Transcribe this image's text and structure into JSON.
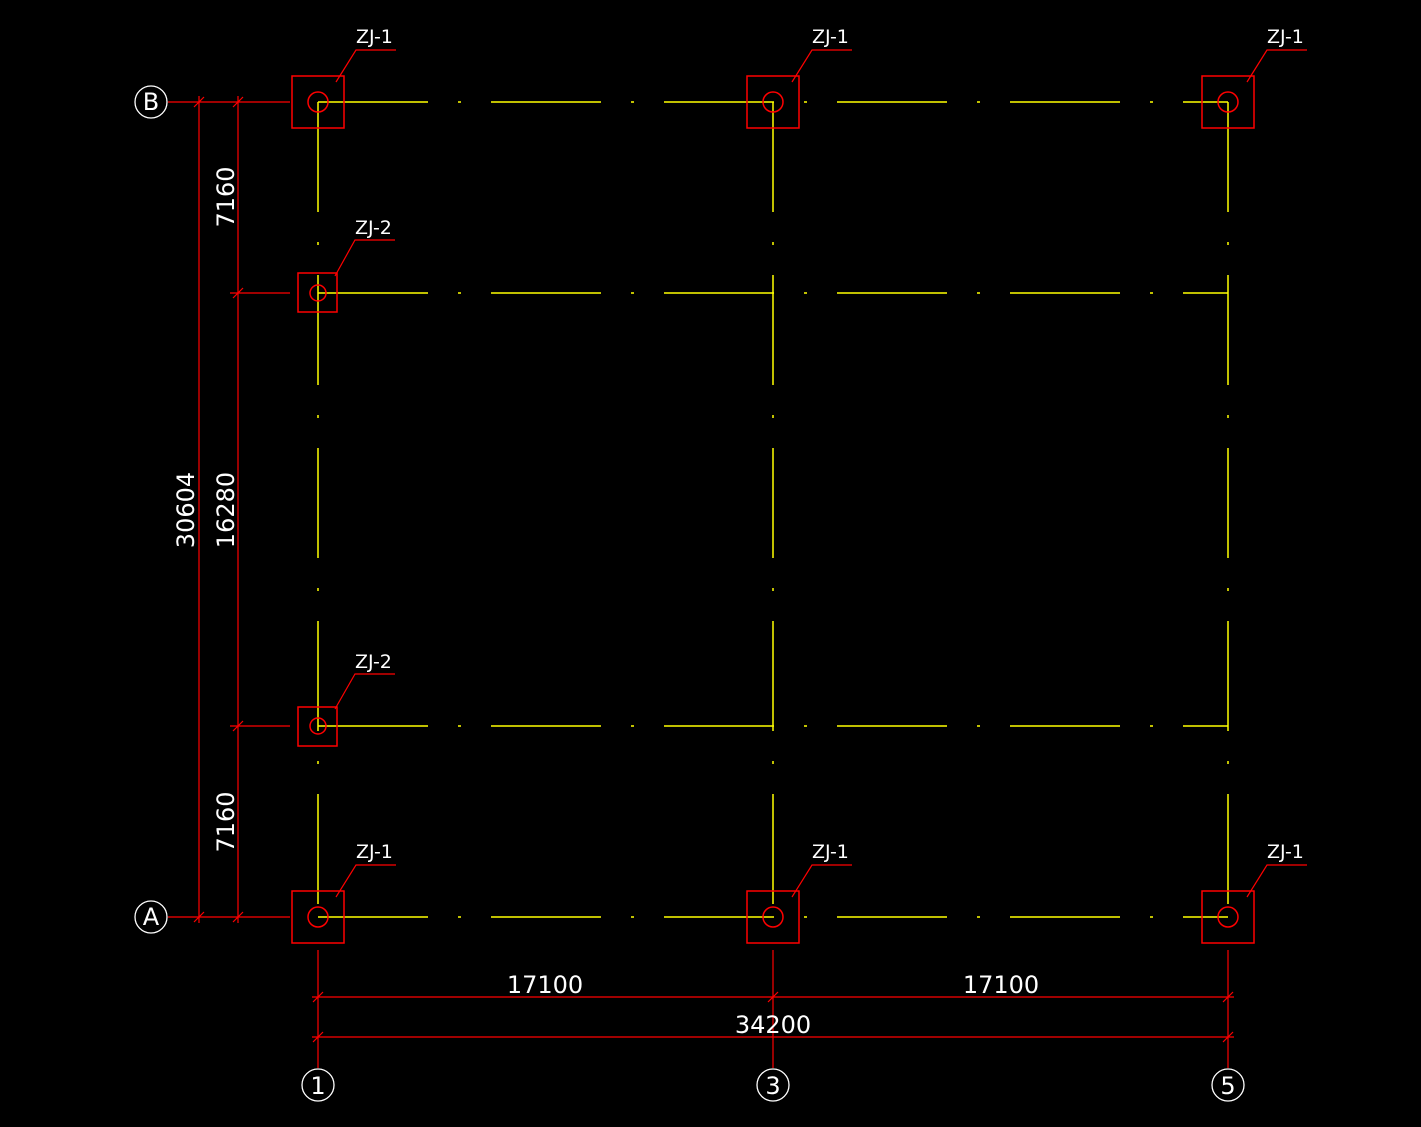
{
  "drawing": {
    "colors": {
      "background": "#000000",
      "grid_line": "#ffff00",
      "annotation": "#ff0000",
      "text": "#ffffff"
    },
    "axis_labels": {
      "row_top": "B",
      "row_bottom": "A",
      "col_left": "1",
      "col_mid": "3",
      "col_right": "5"
    },
    "footing_labels": [
      "ZJ-1",
      "ZJ-1",
      "ZJ-1",
      "ZJ-2",
      "ZJ-2",
      "ZJ-1",
      "ZJ-1",
      "ZJ-1"
    ],
    "dimensions": {
      "overall_vertical": "30604",
      "mid_vertical": "16280",
      "top_vertical": "7160",
      "bottom_vertical": "7160",
      "left_horizontal": "17100",
      "right_horizontal": "17100",
      "overall_horizontal": "34200"
    }
  }
}
